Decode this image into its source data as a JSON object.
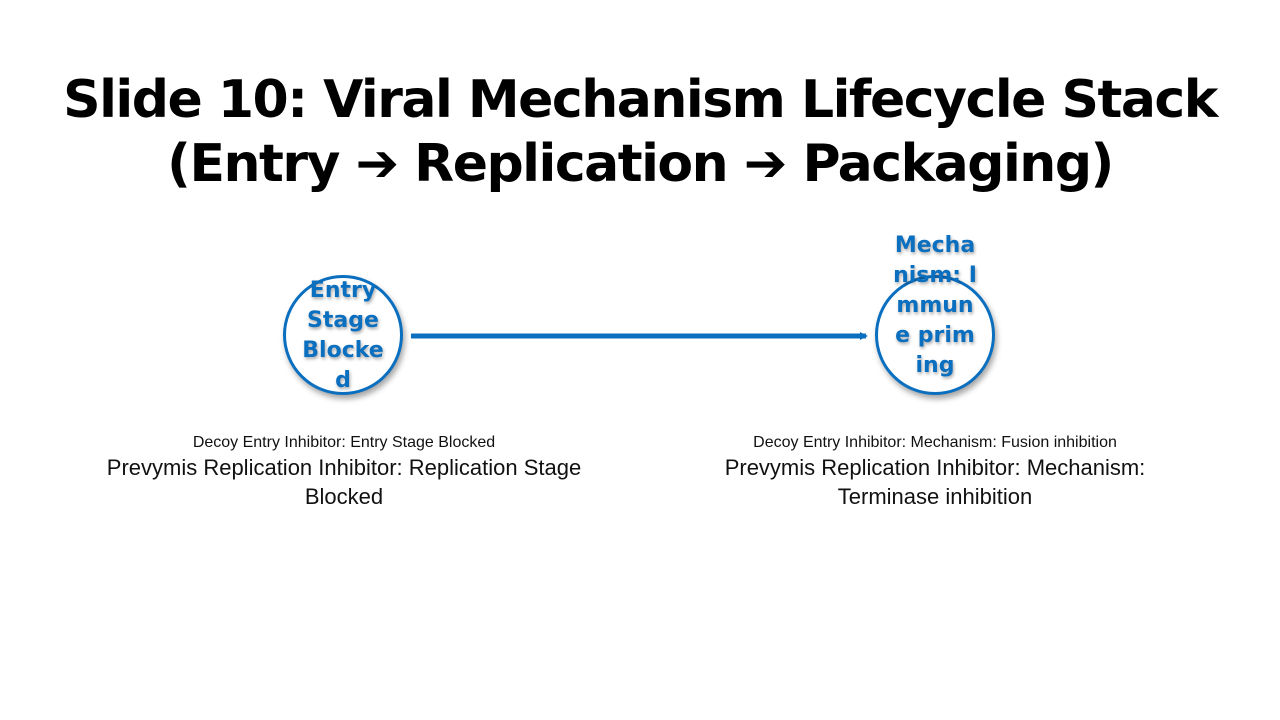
{
  "slide": {
    "title_line1": "Slide 10: Viral Mechanism Lifecycle Stack",
    "title_line2": "(Entry ➔ Replication ➔ Packaging)"
  },
  "colors": {
    "accent": "#0b6fc0",
    "text": "#000000",
    "background": "#ffffff"
  },
  "nodes": [
    {
      "label": "Entry Stage Blocked",
      "caption_small": "Decoy Entry Inhibitor: Entry Stage Blocked",
      "caption_large": "Prevymis Replication Inhibitor: Replication Stage Blocked"
    },
    {
      "label": "Mechanism: Immune priming",
      "caption_small": "Decoy Entry Inhibitor: Mechanism: Fusion inhibition",
      "caption_large": "Prevymis Replication Inhibitor: Mechanism: Terminase inhibition"
    }
  ]
}
